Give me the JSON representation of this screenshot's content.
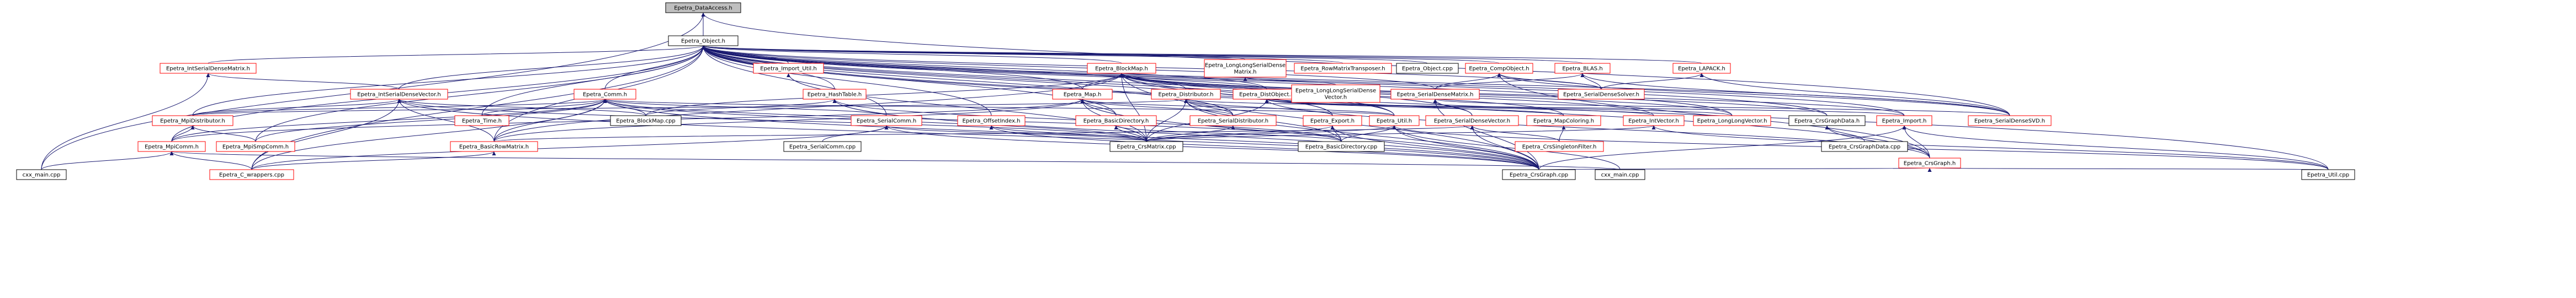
{
  "graph": {
    "colors": {
      "edge": "#191970",
      "node_border": "#000000",
      "missing_border": "#ff0000",
      "root_fill": "#bfbfbf",
      "background": "#ffffff"
    },
    "nodes": [
      {
        "id": "dataaccess",
        "label": [
          "Epetra_DataAccess.h"
        ],
        "root": true
      },
      {
        "id": "object",
        "label": [
          "Epetra_Object.h"
        ]
      },
      {
        "id": "intserialdensematrix",
        "label": [
          "Epetra_IntSerialDenseMatrix.h"
        ],
        "missing": true
      },
      {
        "id": "import_util",
        "label": [
          "Epetra_Import_Util.h"
        ],
        "missing": true
      },
      {
        "id": "blockmap",
        "label": [
          "Epetra_BlockMap.h"
        ],
        "missing": true
      },
      {
        "id": "longlongserialdensematrix",
        "label": [
          "Epetra_LongLongSerialDense",
          "Matrix.h"
        ],
        "missing": true
      },
      {
        "id": "rowmatrixtransposer",
        "label": [
          "Epetra_RowMatrixTransposer.h"
        ],
        "missing": true
      },
      {
        "id": "object_cpp",
        "label": [
          "Epetra_Object.cpp"
        ]
      },
      {
        "id": "compobject",
        "label": [
          "Epetra_CompObject.h"
        ],
        "missing": true
      },
      {
        "id": "blas",
        "label": [
          "Epetra_BLAS.h"
        ],
        "missing": true
      },
      {
        "id": "lapack",
        "label": [
          "Epetra_LAPACK.h"
        ],
        "missing": true
      },
      {
        "id": "intserialdensevector",
        "label": [
          "Epetra_IntSerialDenseVector.h"
        ],
        "missing": true
      },
      {
        "id": "comm",
        "label": [
          "Epetra_Comm.h"
        ],
        "missing": true
      },
      {
        "id": "hashtable",
        "label": [
          "Epetra_HashTable.h"
        ],
        "missing": true
      },
      {
        "id": "map",
        "label": [
          "Epetra_Map.h"
        ],
        "missing": true
      },
      {
        "id": "distributor",
        "label": [
          "Epetra_Distributor.h"
        ],
        "missing": true
      },
      {
        "id": "distobject",
        "label": [
          "Epetra_DistObject.h"
        ],
        "missing": true
      },
      {
        "id": "longlongserialdensevector",
        "label": [
          "Epetra_LongLongSerialDense",
          "Vector.h"
        ],
        "missing": true
      },
      {
        "id": "serialdensematrix",
        "label": [
          "Epetra_SerialDenseMatrix.h"
        ],
        "missing": true
      },
      {
        "id": "serialdensesolver",
        "label": [
          "Epetra_SerialDenseSolver.h"
        ],
        "missing": true
      },
      {
        "id": "mpidistributor",
        "label": [
          "Epetra_MpiDistributor.h"
        ],
        "missing": true
      },
      {
        "id": "time",
        "label": [
          "Epetra_Time.h"
        ],
        "missing": true
      },
      {
        "id": "blockmap_cpp",
        "label": [
          "Epetra_BlockMap.cpp"
        ]
      },
      {
        "id": "serialcomm",
        "label": [
          "Epetra_SerialComm.h"
        ],
        "missing": true
      },
      {
        "id": "offsetindex",
        "label": [
          "Epetra_OffsetIndex.h"
        ],
        "missing": true
      },
      {
        "id": "basicdirectory",
        "label": [
          "Epetra_BasicDirectory.h"
        ],
        "missing": true
      },
      {
        "id": "serialdistributor",
        "label": [
          "Epetra_SerialDistributor.h"
        ],
        "missing": true
      },
      {
        "id": "export",
        "label": [
          "Epetra_Export.h"
        ],
        "missing": true
      },
      {
        "id": "util",
        "label": [
          "Epetra_Util.h"
        ],
        "missing": true
      },
      {
        "id": "serialdensevector",
        "label": [
          "Epetra_SerialDenseVector.h"
        ],
        "missing": true
      },
      {
        "id": "mapcoloring",
        "label": [
          "Epetra_MapColoring.h"
        ],
        "missing": true
      },
      {
        "id": "intvector",
        "label": [
          "Epetra_IntVector.h"
        ],
        "missing": true
      },
      {
        "id": "longlongvector",
        "label": [
          "Epetra_LongLongVector.h"
        ],
        "missing": true
      },
      {
        "id": "crsgraphdata",
        "label": [
          "Epetra_CrsGraphData.h"
        ]
      },
      {
        "id": "import",
        "label": [
          "Epetra_Import.h"
        ],
        "missing": true
      },
      {
        "id": "serialdensesvd",
        "label": [
          "Epetra_SerialDenseSVD.h"
        ],
        "missing": true
      },
      {
        "id": "mpicomm",
        "label": [
          "Epetra_MpiComm.h"
        ],
        "missing": true
      },
      {
        "id": "mpismpcomm",
        "label": [
          "Epetra_MpiSmpComm.h"
        ],
        "missing": true
      },
      {
        "id": "basicrowmatrix",
        "label": [
          "Epetra_BasicRowMatrix.h"
        ],
        "missing": true
      },
      {
        "id": "serialcomm_cpp",
        "label": [
          "Epetra_SerialComm.cpp"
        ]
      },
      {
        "id": "crsmatrix_cpp",
        "label": [
          "Epetra_CrsMatrix.cpp"
        ]
      },
      {
        "id": "basicdirectory_cpp",
        "label": [
          "Epetra_BasicDirectory.cpp"
        ]
      },
      {
        "id": "crssingletonfilter",
        "label": [
          "Epetra_CrsSingletonFilter.h"
        ],
        "missing": true
      },
      {
        "id": "crsgraphdata_cpp",
        "label": [
          "Epetra_CrsGraphData.cpp"
        ]
      },
      {
        "id": "crsgraph",
        "label": [
          "Epetra_CrsGraph.h"
        ],
        "missing": true
      },
      {
        "id": "cxx_main1",
        "label": [
          "cxx_main.cpp"
        ]
      },
      {
        "id": "c_wrappers",
        "label": [
          "Epetra_C_wrappers.cpp"
        ],
        "missing": true
      },
      {
        "id": "crsgraph_cpp",
        "label": [
          "Epetra_CrsGraph.cpp"
        ]
      },
      {
        "id": "cxx_main2",
        "label": [
          "cxx_main.cpp"
        ]
      },
      {
        "id": "util_cpp",
        "label": [
          "Epetra_Util.cpp"
        ]
      }
    ],
    "edges": [
      [
        "dataaccess",
        "object"
      ],
      [
        "dataaccess",
        "cxx_main1"
      ],
      [
        "dataaccess",
        "serialdensesvd"
      ],
      [
        "object",
        "intserialdensematrix"
      ],
      [
        "object",
        "import_util"
      ],
      [
        "object",
        "blockmap"
      ],
      [
        "object",
        "longlongserialdensematrix"
      ],
      [
        "object",
        "rowmatrixtransposer"
      ],
      [
        "object",
        "object_cpp"
      ],
      [
        "object",
        "compobject"
      ],
      [
        "object",
        "blas"
      ],
      [
        "object",
        "lapack"
      ],
      [
        "object",
        "intserialdensevector"
      ],
      [
        "object",
        "comm"
      ],
      [
        "object",
        "hashtable"
      ],
      [
        "object",
        "map"
      ],
      [
        "object",
        "distributor"
      ],
      [
        "object",
        "distobject"
      ],
      [
        "object",
        "serialdensematrix"
      ],
      [
        "object",
        "serialdensesolver"
      ],
      [
        "object",
        "mpidistributor"
      ],
      [
        "object",
        "serialcomm"
      ],
      [
        "object",
        "offsetindex"
      ],
      [
        "object",
        "basicdirectory"
      ],
      [
        "object",
        "serialdistributor"
      ],
      [
        "object",
        "export"
      ],
      [
        "object",
        "util"
      ],
      [
        "object",
        "serialdensevector"
      ],
      [
        "object",
        "crsgraphdata"
      ],
      [
        "object",
        "import"
      ],
      [
        "object",
        "serialdensesvd"
      ],
      [
        "object",
        "mpicomm"
      ],
      [
        "object",
        "mpismpcomm"
      ],
      [
        "object",
        "basicrowmatrix"
      ],
      [
        "object",
        "time"
      ],
      [
        "object",
        "c_wrappers"
      ],
      [
        "object",
        "crsgraph"
      ],
      [
        "object",
        "util_cpp"
      ],
      [
        "object",
        "longlongvector"
      ],
      [
        "intserialdensematrix",
        "intserialdensevector"
      ],
      [
        "intserialdensematrix",
        "cxx_main1"
      ],
      [
        "import_util",
        "crsmatrix_cpp"
      ],
      [
        "blockmap",
        "map"
      ],
      [
        "blockmap",
        "blockmap_cpp"
      ],
      [
        "blockmap",
        "distobject"
      ],
      [
        "blockmap",
        "export"
      ],
      [
        "blockmap",
        "mapcoloring"
      ],
      [
        "blockmap",
        "intvector"
      ],
      [
        "blockmap",
        "crsgraphdata"
      ],
      [
        "blockmap",
        "import"
      ],
      [
        "blockmap",
        "basicrowmatrix"
      ],
      [
        "blockmap",
        "crsmatrix_cpp"
      ],
      [
        "blockmap",
        "crsgraph_cpp"
      ],
      [
        "blockmap",
        "util"
      ],
      [
        "blockmap",
        "longlongvector"
      ],
      [
        "longlongserialdensematrix",
        "longlongserialdensevector"
      ],
      [
        "compobject",
        "serialdensematrix"
      ],
      [
        "compobject",
        "serialdensesolver"
      ],
      [
        "compobject",
        "crsgraph"
      ],
      [
        "compobject",
        "serialdensesvd"
      ],
      [
        "blas",
        "serialdensematrix"
      ],
      [
        "blas",
        "serialdensesolver"
      ],
      [
        "blas",
        "serialdensesvd"
      ],
      [
        "lapack",
        "serialdensesolver"
      ],
      [
        "lapack",
        "serialdensesvd"
      ],
      [
        "intserialdensevector",
        "mpidistributor"
      ],
      [
        "intserialdensevector",
        "c_wrappers"
      ],
      [
        "intserialdensevector",
        "basicrowmatrix"
      ],
      [
        "intserialdensevector",
        "crsmatrix_cpp"
      ],
      [
        "intserialdensevector",
        "crsgraph_cpp"
      ],
      [
        "intserialdensevector",
        "blockmap_cpp"
      ],
      [
        "comm",
        "time"
      ],
      [
        "comm",
        "blockmap_cpp"
      ],
      [
        "comm",
        "serialcomm"
      ],
      [
        "comm",
        "mpicomm"
      ],
      [
        "comm",
        "mpismpcomm"
      ],
      [
        "comm",
        "basicrowmatrix"
      ],
      [
        "comm",
        "c_wrappers"
      ],
      [
        "comm",
        "crsmatrix_cpp"
      ],
      [
        "comm",
        "crsgraph_cpp"
      ],
      [
        "comm",
        "basicdirectory_cpp"
      ],
      [
        "comm",
        "util"
      ],
      [
        "comm",
        "mpidistributor"
      ],
      [
        "hashtable",
        "blockmap_cpp"
      ],
      [
        "hashtable",
        "basicdirectory_cpp"
      ],
      [
        "hashtable",
        "crsgraph_cpp"
      ],
      [
        "map",
        "basicrowmatrix"
      ],
      [
        "map",
        "crsmatrix_cpp"
      ],
      [
        "map",
        "basicdirectory"
      ],
      [
        "map",
        "util"
      ],
      [
        "map",
        "mpicomm"
      ],
      [
        "map",
        "serialdistributor"
      ],
      [
        "map",
        "crsgraph_cpp"
      ],
      [
        "distributor",
        "serialdistributor"
      ],
      [
        "distributor",
        "mpidistributor"
      ],
      [
        "distributor",
        "export"
      ],
      [
        "distributor",
        "import"
      ],
      [
        "distributor",
        "crsmatrix_cpp"
      ],
      [
        "distributor",
        "basicdirectory_cpp"
      ],
      [
        "distributor",
        "crsgraph_cpp"
      ],
      [
        "distobject",
        "mapcoloring"
      ],
      [
        "distobject",
        "intvector"
      ],
      [
        "distobject",
        "longlongvector"
      ],
      [
        "distobject",
        "crsgraph"
      ],
      [
        "distobject",
        "crsmatrix_cpp"
      ],
      [
        "serialdensematrix",
        "serialdensevector"
      ],
      [
        "serialdensematrix",
        "serialdensesvd"
      ],
      [
        "serialdensematrix",
        "crsgraph_cpp"
      ],
      [
        "mpidistributor",
        "mpicomm"
      ],
      [
        "mpidistributor",
        "mpismpcomm"
      ],
      [
        "serialcomm",
        "serialcomm_cpp"
      ],
      [
        "serialcomm",
        "c_wrappers"
      ],
      [
        "serialcomm",
        "crsmatrix_cpp"
      ],
      [
        "serialcomm",
        "crsgraph_cpp"
      ],
      [
        "offsetindex",
        "crsmatrix_cpp"
      ],
      [
        "offsetindex",
        "crsgraph_cpp"
      ],
      [
        "basicdirectory",
        "basicdirectory_cpp"
      ],
      [
        "basicdirectory",
        "crsmatrix_cpp"
      ],
      [
        "serialdistributor",
        "crsmatrix_cpp"
      ],
      [
        "export",
        "crsmatrix_cpp"
      ],
      [
        "export",
        "crsgraph_cpp"
      ],
      [
        "export",
        "basicdirectory_cpp"
      ],
      [
        "util",
        "crsmatrix_cpp"
      ],
      [
        "util",
        "basicdirectory_cpp"
      ],
      [
        "util",
        "crsgraph_cpp"
      ],
      [
        "util",
        "cxx_main2"
      ],
      [
        "util",
        "util_cpp"
      ],
      [
        "serialdensevector",
        "crssingletonfilter"
      ],
      [
        "serialdensevector",
        "crsgraph_cpp"
      ],
      [
        "serialdensevector",
        "basicrowmatrix"
      ],
      [
        "mapcoloring",
        "crssingletonfilter"
      ],
      [
        "intvector",
        "crsmatrix_cpp"
      ],
      [
        "intvector",
        "util_cpp"
      ],
      [
        "crsgraphdata",
        "crsgraph"
      ],
      [
        "crsgraphdata",
        "crsgraphdata_cpp"
      ],
      [
        "import",
        "crsgraph"
      ],
      [
        "import",
        "crsgraph_cpp"
      ],
      [
        "import",
        "util_cpp"
      ],
      [
        "mpicomm",
        "cxx_main1"
      ],
      [
        "mpicomm",
        "c_wrappers"
      ],
      [
        "mpicomm",
        "cxx_main2"
      ],
      [
        "crsgraph",
        "crsgraph_cpp"
      ],
      [
        "crsgraph",
        "util_cpp"
      ],
      [
        "basicrowmatrix",
        "c_wrappers"
      ]
    ]
  }
}
